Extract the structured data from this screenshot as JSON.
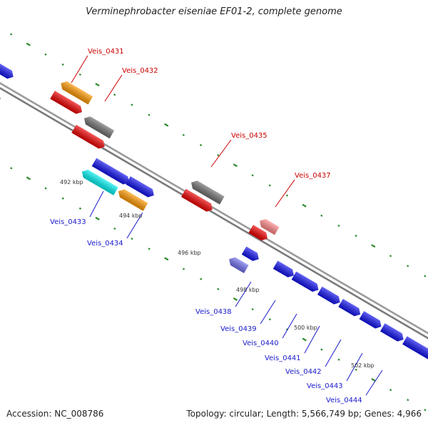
{
  "title": "Verminephrobacter eiseniae EF01-2, complete genome",
  "footer": {
    "accession": "Accession: NC_008786",
    "summary": "Topology: circular; Length: 5,566,749 bp; Genes: 4,966"
  },
  "colors": {
    "backbone": "#8a8a8a",
    "tick": "#2a8a2a",
    "label_forward": "#cc0000",
    "label_reverse": "#1a1acc",
    "orange": "#ff9900",
    "red": "#ee0000",
    "gray": "#707070",
    "blue": "#1111ee",
    "cyan": "#00f0f0",
    "pink": "#ff8888",
    "purple": "#7070ee"
  },
  "kbp_labels": [
    "492 kbp",
    "494 kbp",
    "496 kbp",
    "498 kbp",
    "500 kbp",
    "502 kbp"
  ],
  "gene_labels": [
    "Veis_0431",
    "Veis_0432",
    "Veis_0435",
    "Veis_0437",
    "Veis_0433",
    "Veis_0434",
    "Veis_0438",
    "Veis_0439",
    "Veis_0440",
    "Veis_0441",
    "Veis_0442",
    "Veis_0443",
    "Veis_0444"
  ]
}
